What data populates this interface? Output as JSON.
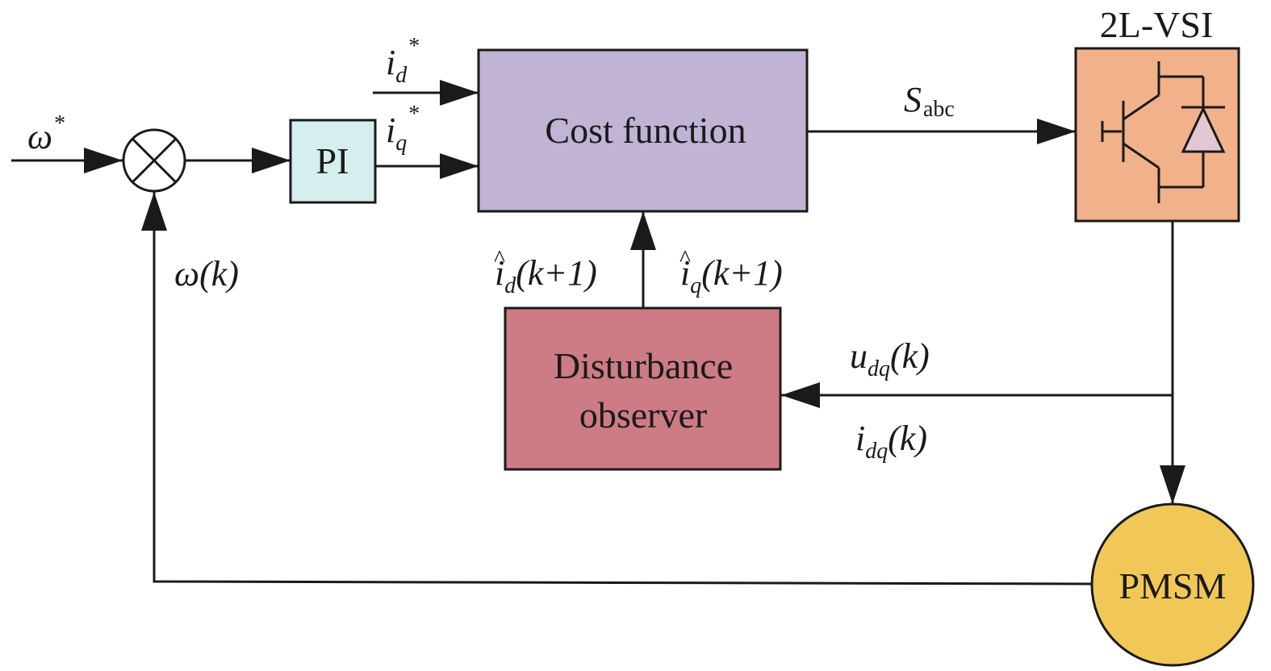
{
  "colors": {
    "pi": "#d5eeee",
    "cost_function": "#c0b3d4",
    "disturbance_observer": "#cd7b84",
    "inverter": "#f1b18b",
    "pmsm": "#f1c857",
    "diode": "#e2c8d4",
    "line": "#1a1a1a"
  },
  "blocks": {
    "pi": "PI",
    "cost_function": "Cost function",
    "disturbance_observer_line1": "Disturbance",
    "disturbance_observer_line2": "observer",
    "inverter": "2L-VSI",
    "pmsm": "PMSM"
  },
  "signals": {
    "omega_ref": {
      "main": "ω",
      "sup": "*"
    },
    "omega_k": {
      "main": "ω",
      "rest": "(k)"
    },
    "id_ref": {
      "main": "i",
      "sub": "d",
      "sup": "*"
    },
    "iq_ref": {
      "main": "i",
      "sub": "q",
      "sup": "*"
    },
    "s_abc": {
      "main": "S",
      "sub": "abc"
    },
    "id_pred": {
      "hat": "^",
      "main": "i",
      "sub": "d",
      "rest": "(k+1)"
    },
    "iq_pred": {
      "hat": "^",
      "main": "i",
      "sub": "q",
      "rest": "(k+1)"
    },
    "u_dq": {
      "main": "u",
      "sub": "dq",
      "rest": "(k)"
    },
    "i_dq": {
      "main": "i",
      "sub": "dq",
      "rest": "(k)"
    }
  },
  "icons": {
    "summing_junction": "cross-circle",
    "inverter_symbol": "igbt-with-diode"
  }
}
